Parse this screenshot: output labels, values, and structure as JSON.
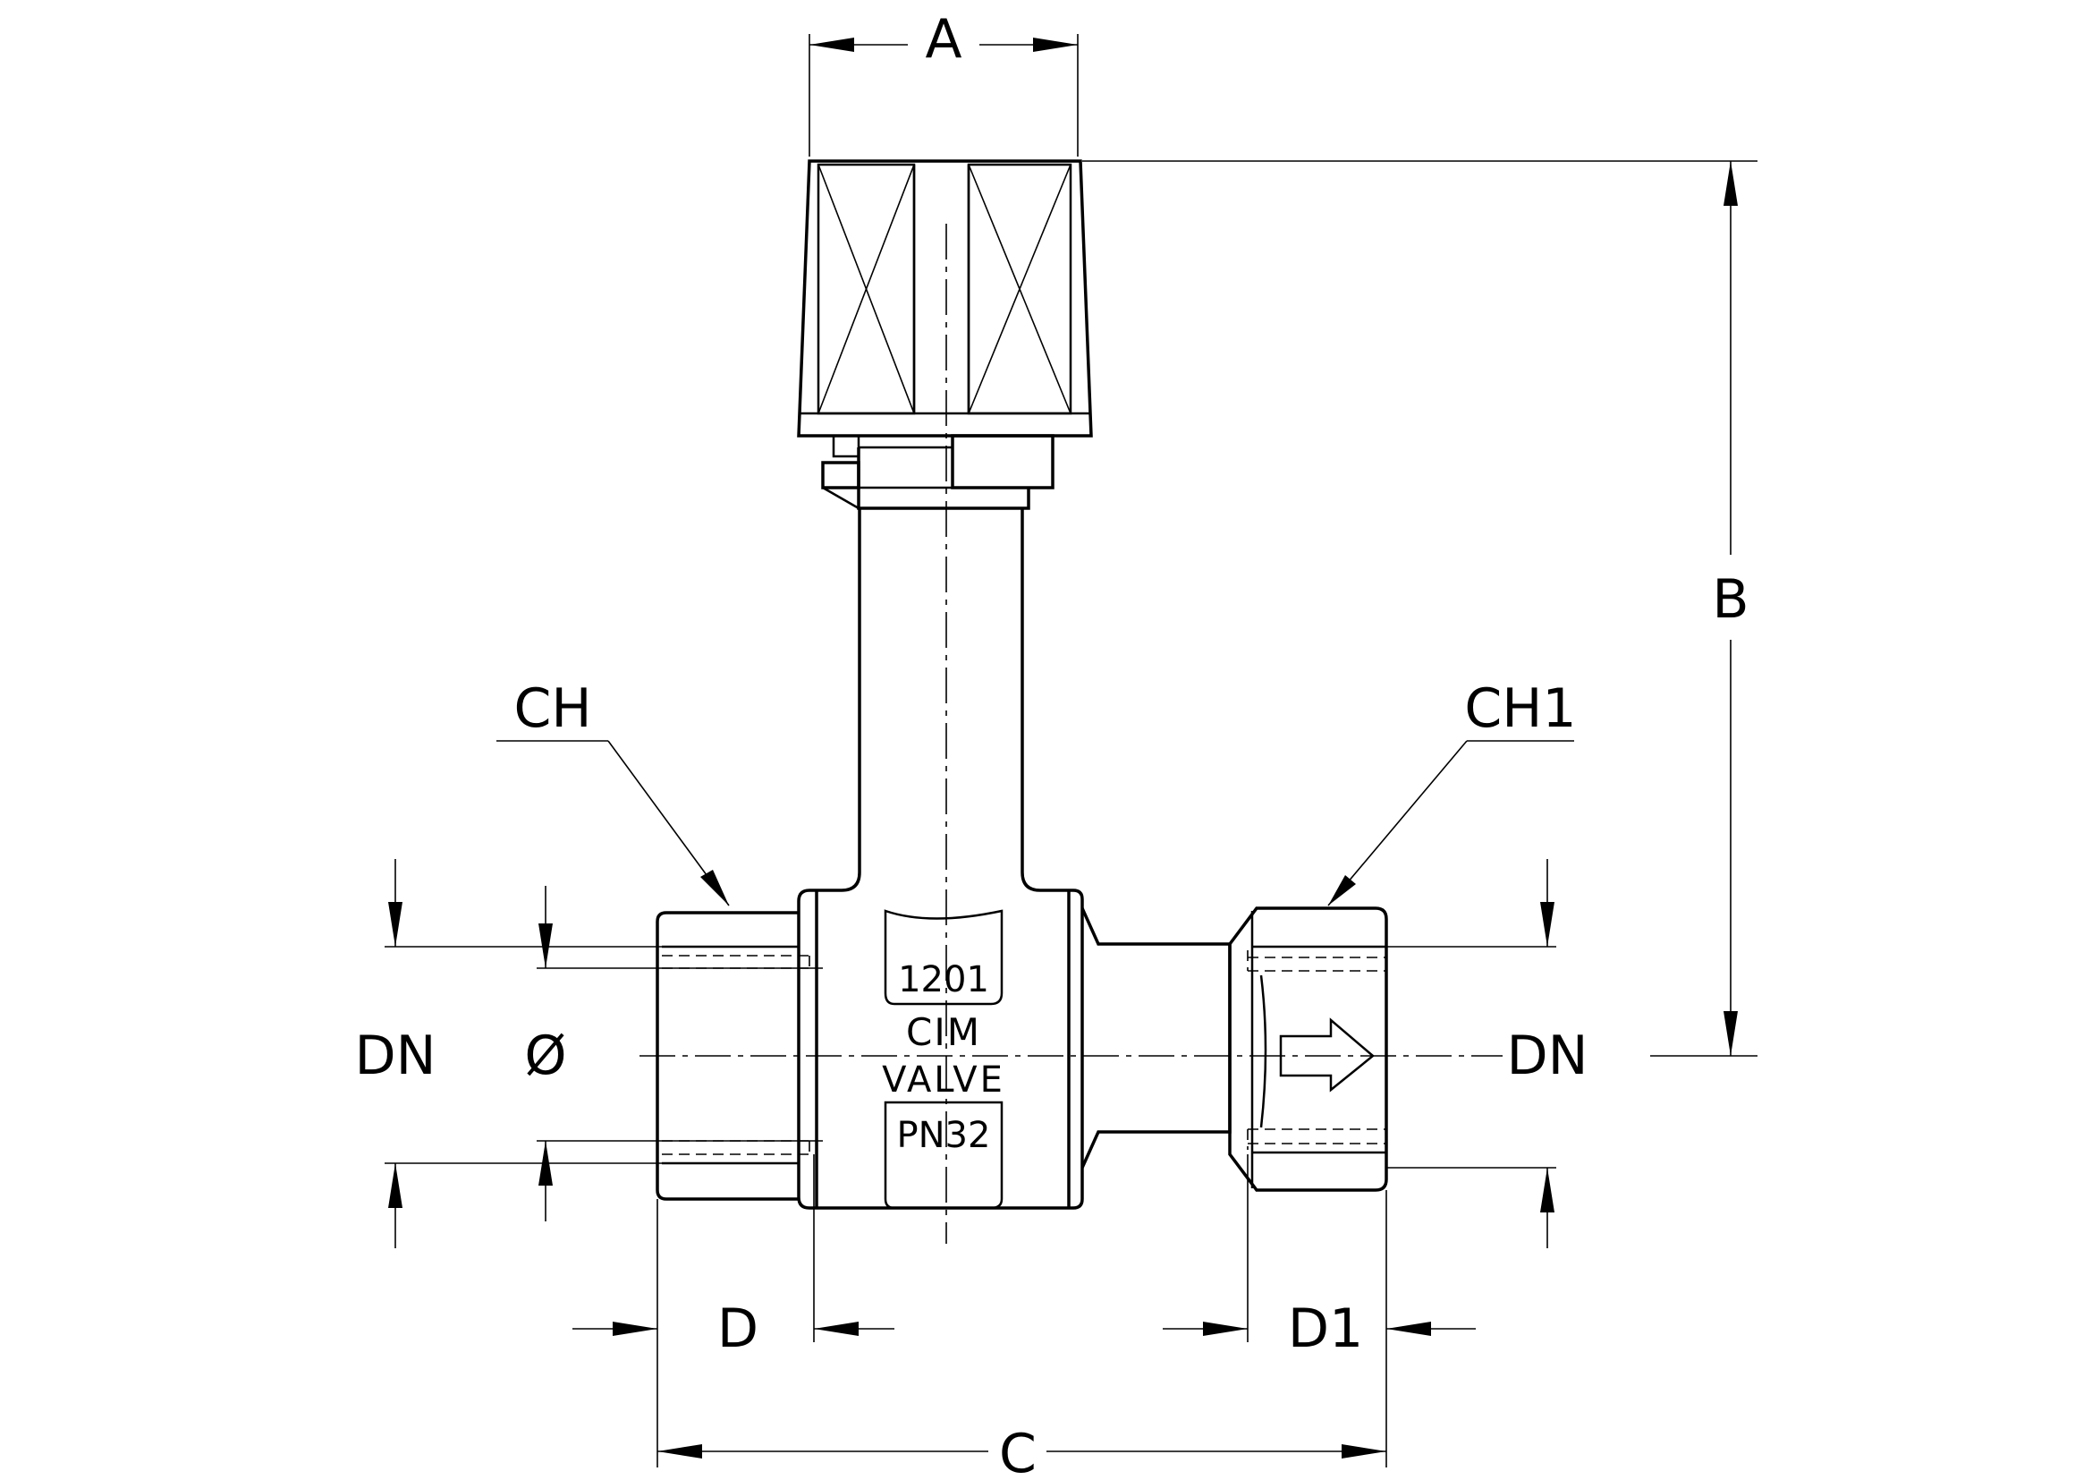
{
  "labels": {
    "A": "A",
    "B": "B",
    "C": "C",
    "D": "D",
    "D1": "D1",
    "CH": "CH",
    "CH1": "CH1",
    "DN_left": "DN",
    "DN_right": "DN",
    "diameter": "Ø"
  },
  "body_marking": {
    "line1": "1201",
    "line2": "CIM",
    "line3": "VALVE",
    "line4": "PN32"
  }
}
